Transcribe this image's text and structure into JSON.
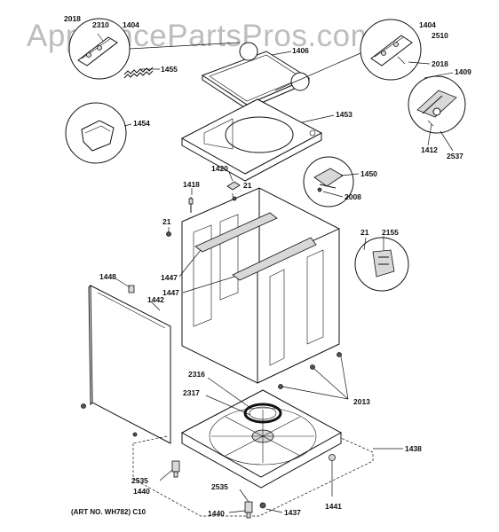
{
  "watermark": "AppliancePartsPros.com",
  "art_number": "(ART NO. WH782) C10",
  "labels": {
    "l2018a": "2018",
    "l2310": "2310",
    "l1404a": "1404",
    "l1455": "1455",
    "l1406": "1406",
    "l1404b": "1404",
    "l2510": "2510",
    "l2018b": "2018",
    "l1409": "1409",
    "l1454": "1454",
    "l1453": "1453",
    "l1412": "1412",
    "l2537": "2537",
    "l1420": "1420",
    "l1450": "1450",
    "l1418": "1418",
    "l21a": "21",
    "l2008": "2008",
    "l21b": "21",
    "l21c": "21",
    "l2155": "2155",
    "l1447a": "1447",
    "l1448": "1448",
    "l1442": "1442",
    "l1447b": "1447",
    "l2316": "2316",
    "l2317": "2317",
    "l2013": "2013",
    "l1438": "1438",
    "l2535a": "2535",
    "l1440a": "1440",
    "l2535b": "2535",
    "l1441": "1441",
    "l1440b": "1440",
    "l1437": "1437"
  }
}
